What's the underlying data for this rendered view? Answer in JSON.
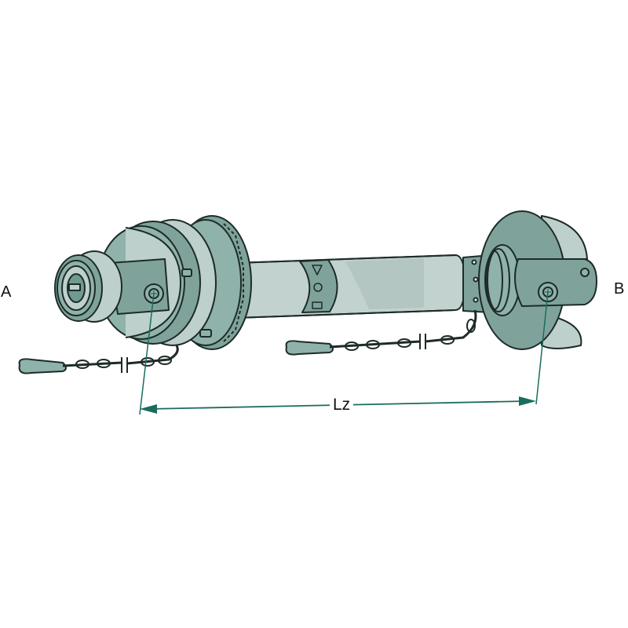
{
  "diagram": {
    "subject": "PTO drive shaft (cardan shaft) with friction clutch and protective guard",
    "labels": {
      "end_a": "A",
      "end_b": "B",
      "dimension": "Lz"
    },
    "dimension": {
      "name": "Lz",
      "meaning": "closed length between yoke cross centers",
      "from": "left yoke cross center",
      "to": "right yoke cross center"
    },
    "components": [
      {
        "id": "yoke-a",
        "name": "Left splined push-pin yoke"
      },
      {
        "id": "clutch",
        "name": "Friction/slip clutch with guard cone"
      },
      {
        "id": "guard-tube",
        "name": "Protective guard tube"
      },
      {
        "id": "warning-decal",
        "name": "Safety pictogram decal"
      },
      {
        "id": "guard-cone-b",
        "name": "Right guard cone (bellows)"
      },
      {
        "id": "yoke-b",
        "name": "Right yoke"
      },
      {
        "id": "chain-a",
        "name": "Left retaining chain"
      },
      {
        "id": "chain-b",
        "name": "Right retaining chain"
      }
    ],
    "colors": {
      "body_dark": "#6f9a92",
      "body_mid": "#8fb2aa",
      "body_light": "#bdd0cb",
      "tube_light": "#c2d2ce",
      "tube_shade": "#b3c6c1",
      "outline": "#1d2b28",
      "dimension_line": "#1a6d5e",
      "text": "#111111"
    }
  }
}
